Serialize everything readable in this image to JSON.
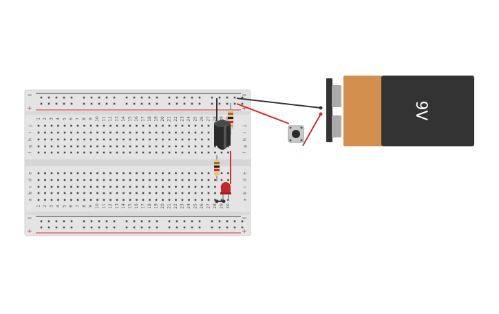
{
  "breadboard": {
    "rows_top": [
      "j",
      "i",
      "h",
      "g",
      "f"
    ],
    "rows_bottom": [
      "e",
      "d",
      "c",
      "b",
      "a"
    ],
    "column_count": 30,
    "rail_minus": "−",
    "rail_plus": "+"
  },
  "battery": {
    "label": "9V",
    "colors": {
      "body": "#333333",
      "band": "#d38f4e",
      "terminal": "#aaaaaa"
    }
  },
  "components": [
    "resistor",
    "resistor",
    "electrolytic-capacitor",
    "led",
    "pushbutton",
    "9v-battery"
  ],
  "wire_colors": {
    "red": "#d42b2b",
    "black": "#333333"
  },
  "colors": {
    "board": "#e4e4e4",
    "rail_red": "#d42b2b",
    "rail_dark": "#333333",
    "hole": "#4a4a4a",
    "led": "#c0282b"
  }
}
